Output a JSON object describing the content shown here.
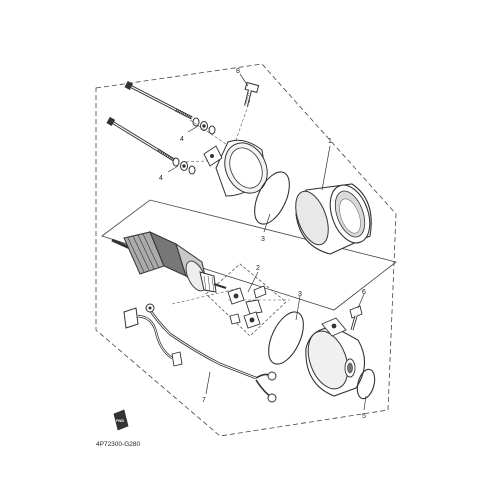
{
  "diagram": {
    "callouts": {
      "c1": "1",
      "c2": "2",
      "c3a": "3",
      "c3b": "3",
      "c4a": "4",
      "c4b": "4",
      "c5": "5",
      "c6": "6",
      "c7": "7",
      "c8": "8"
    },
    "code": "4P72300-G280",
    "fwd_badge": "FWD",
    "colors": {
      "line": "#333333",
      "shade": "#9a9a9a",
      "dark": "#555555"
    }
  }
}
